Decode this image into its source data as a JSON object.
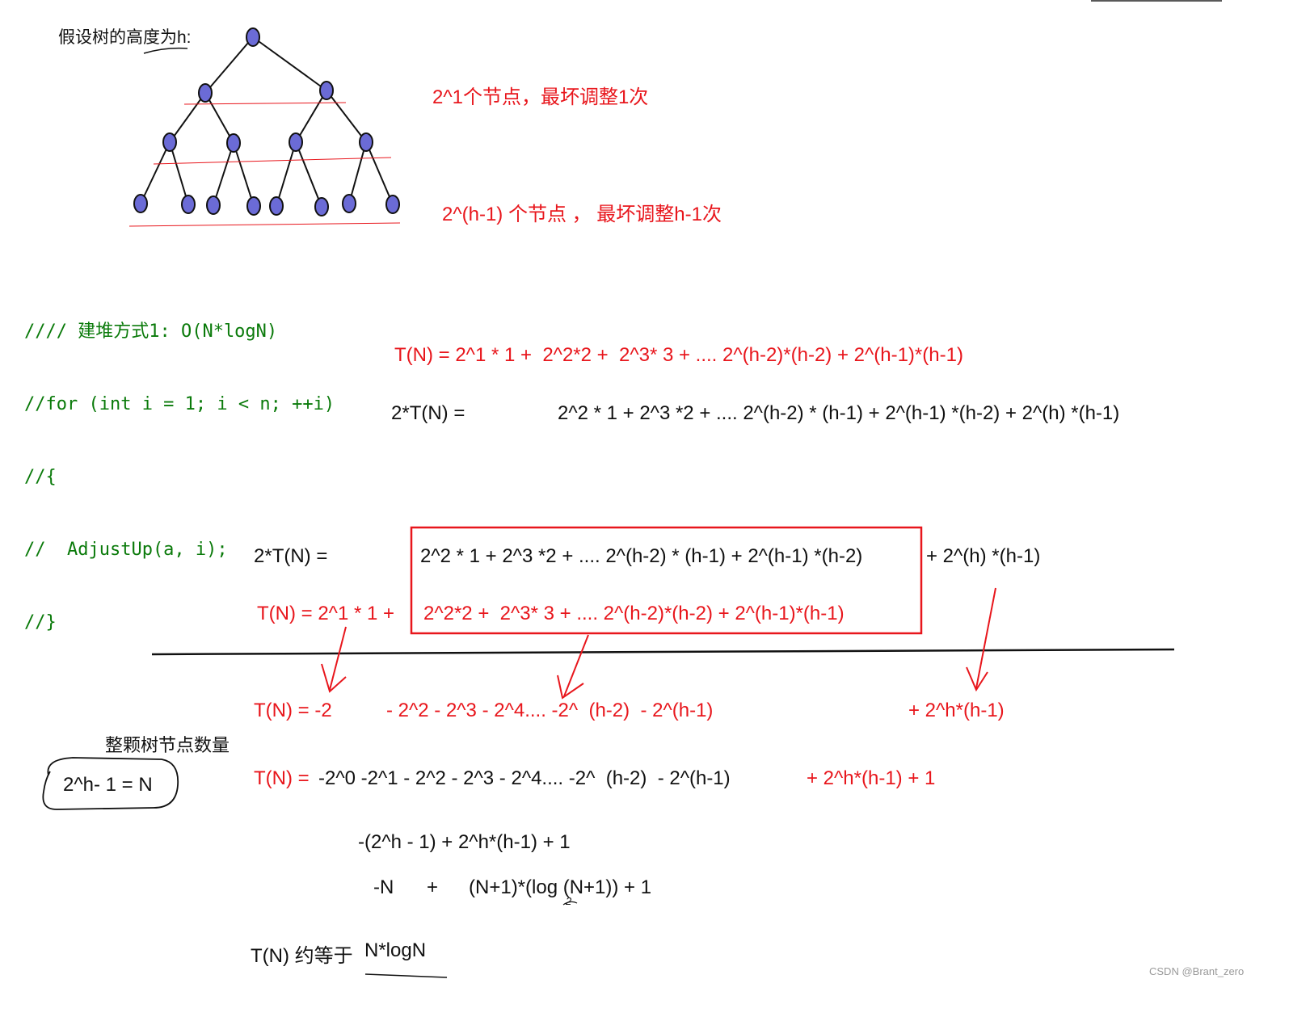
{
  "tree": {
    "title": "假设树的高度为h:",
    "level1_note": "2^1个节点，最坏调整1次",
    "last_level_note": "2^(h-1) 个节点 ， 最坏调整h-1次"
  },
  "code": {
    "lines": [
      "//// 建堆方式1: O(N*logN)",
      "//for (int i = 1; i < n; ++i)",
      "//{",
      "//  AdjustUp(a, i);",
      "//}"
    ]
  },
  "equations": {
    "t_n_1": "T(N) = 2^1 * 1 +  2^2*2 +  2^3* 3 + .... 2^(h-2)*(h-2) + 2^(h-1)*(h-1)",
    "two_t_n_label": "2*T(N) =",
    "two_t_n_body": "2^2 * 1 + 2^3 *2 + .... 2^(h-2) * (h-1) + 2^(h-1) *(h-2) + 2^(h) *(h-1)",
    "sub_two_t_label": "2*T(N) =",
    "sub_two_t_boxed": "2^2 * 1 + 2^3 *2 + .... 2^(h-2) * (h-1) + 2^(h-1) *(h-2)",
    "sub_two_t_tail": "+ 2^(h) *(h-1)",
    "sub_t_prefix": "T(N) = 2^1 * 1 +",
    "sub_t_boxed": "2^2*2 +  2^3* 3 + .... 2^(h-2)*(h-2) + 2^(h-1)*(h-1)",
    "result_lhs": "T(N) = -2",
    "result_mid": "- 2^2 - 2^3 - 2^4.... -2^  (h-2)  - 2^(h-1)",
    "result_right": "+ 2^h*(h-1)",
    "node_count_label": "整颗树节点数量",
    "node_count_formula": "2^h- 1 = N",
    "full_lhs": "T(N) =",
    "full_black": "-2^0 -2^1 - 2^2 - 2^3 - 2^4.... -2^  (h-2)  - 2^(h-1)",
    "full_red": "+ 2^h*(h-1) + 1",
    "step1": "-(2^h - 1) + 2^h*(h-1) + 1",
    "step2_a": "-N",
    "step2_b": "+",
    "step2_c": "(N+1)*(log (N+1)) + 1",
    "step2_sub": "2",
    "conclusion_a": "T(N) 约等于",
    "conclusion_b": "N*logN"
  },
  "watermark": "CSDN @Brant_zero",
  "colors": {
    "red": "#e8161c",
    "node_fill": "#6b6bd6",
    "code_green": "#0a7a0a"
  }
}
